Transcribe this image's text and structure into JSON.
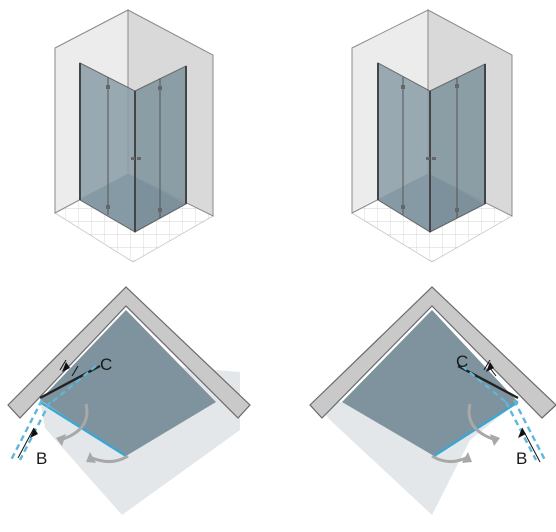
{
  "labels": {
    "left_plan_c": "C",
    "left_plan_b": "B",
    "right_plan_c": "C",
    "right_plan_b": "B"
  },
  "colors": {
    "wall": "#e6e6e6",
    "wall_side": "#cfcfcf",
    "wall_edge": "#8a8a8a",
    "glass": "#7e939d",
    "glass_dark": "#6d838e",
    "tray": "#d4dee3",
    "profile": "#3aa7d3",
    "profile_dashed": "#5fb7d9",
    "swing_arrow": "#a8a8a8",
    "floor_tile": "#ffffff",
    "tile_line": "#c8c8c8"
  },
  "icons": [
    "swing-arrow-icon",
    "dimension-arrow-icon"
  ]
}
